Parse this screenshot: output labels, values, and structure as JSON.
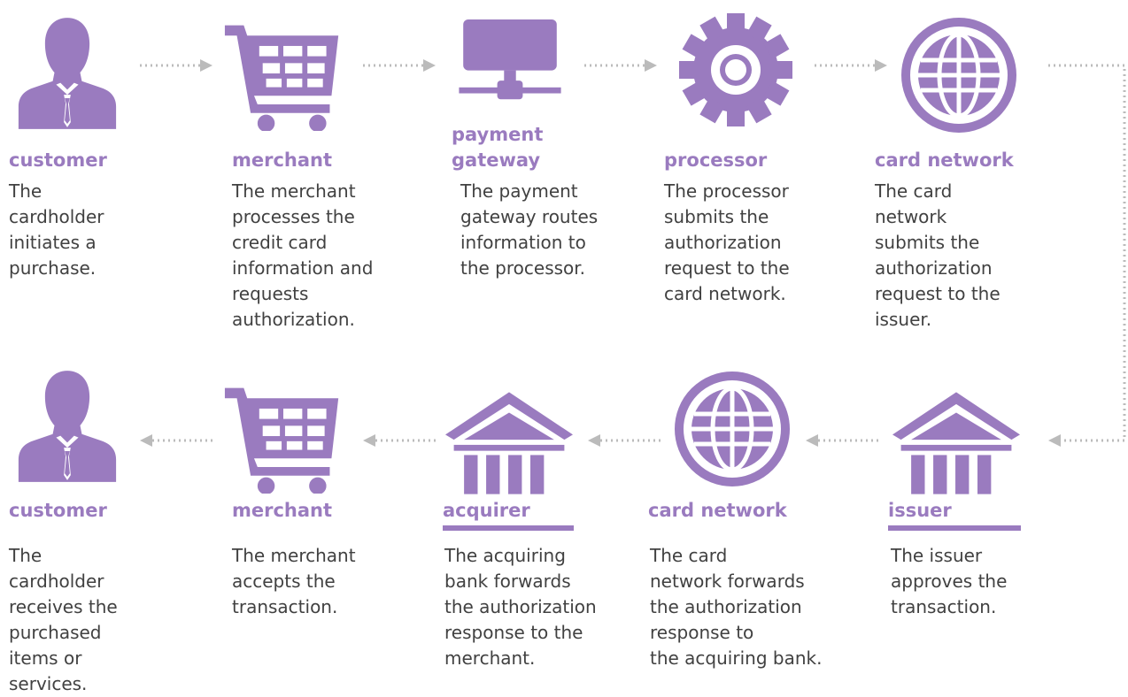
{
  "colors": {
    "icon": "#9a7bbf",
    "text": "#414141",
    "arrow": "#bbbbbb"
  },
  "top_row": [
    {
      "icon": "person-icon",
      "title": "customer",
      "desc": "The\ncardholder\ninitiates a\npurchase."
    },
    {
      "icon": "cart-icon",
      "title": "merchant",
      "desc": "The merchant\nprocesses the\ncredit card\ninformation and\nrequests\nauthorization."
    },
    {
      "icon": "network-icon",
      "title": "payment\ngateway",
      "desc": "The payment\ngateway routes\ninformation to\nthe processor."
    },
    {
      "icon": "gear-icon",
      "title": "processor",
      "desc": "The processor\nsubmits the\nauthorization\nrequest to the\ncard network."
    },
    {
      "icon": "globe-icon",
      "title": "card network",
      "desc": "The card\nnetwork\nsubmits the\nauthorization\nrequest to the\nissuer."
    }
  ],
  "bottom_row": [
    {
      "icon": "person-icon",
      "title": "customer",
      "desc": "The\ncardholder\nreceives the\npurchased\nitems or\nservices."
    },
    {
      "icon": "cart-icon",
      "title": "merchant",
      "desc": "The merchant\naccepts the\ntransaction."
    },
    {
      "icon": "bank-icon",
      "title": "acquirer",
      "desc": "The acquiring\nbank forwards\nthe authorization\nresponse to the\nmerchant."
    },
    {
      "icon": "globe-icon",
      "title": "card network",
      "desc": "The card\nnetwork forwards\nthe authorization\nresponse to\nthe acquiring bank."
    },
    {
      "icon": "bank-icon",
      "title": "issuer",
      "desc": "The issuer\napproves the\ntransaction."
    }
  ]
}
